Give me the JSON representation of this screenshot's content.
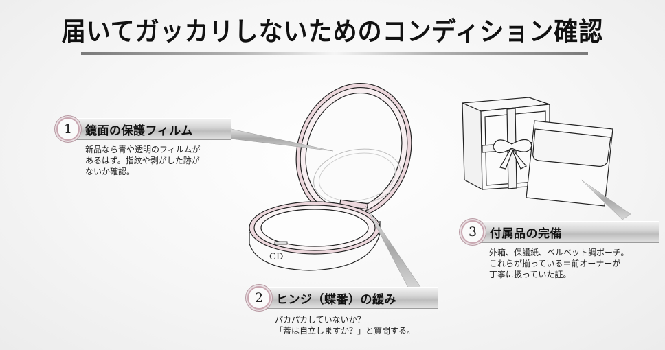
{
  "title": "届いてガッカリしないためのコンディション確認",
  "colors": {
    "accent_pink": "#e7c9d0",
    "badge_ring": "#c9a7b1",
    "bar_gray": "#c8c8c8"
  },
  "callouts": [
    {
      "number": "1",
      "label": "鏡面の保護フィルム",
      "description": "新品なら青や透明のフィルムが\nあるはず。指紋や剥がした跡が\nないか確認。",
      "points_to": "mirror"
    },
    {
      "number": "2",
      "label": "ヒンジ（蝶番）の緩み",
      "description": "パカパカしていないか？\n「蓋は自立しますか？」と質問する。",
      "points_to": "hinge"
    },
    {
      "number": "3",
      "label": "付属品の完備",
      "description": "外箱、保護紙、ベルベット調ポーチ。\nこれらが揃っている＝前オーナーが\n丁寧に扱っていた証。",
      "points_to": "pouch"
    }
  ],
  "illustration": {
    "compact_logo": "CD",
    "items": [
      "compact-mirror",
      "gift-box",
      "velvet-pouch"
    ]
  }
}
